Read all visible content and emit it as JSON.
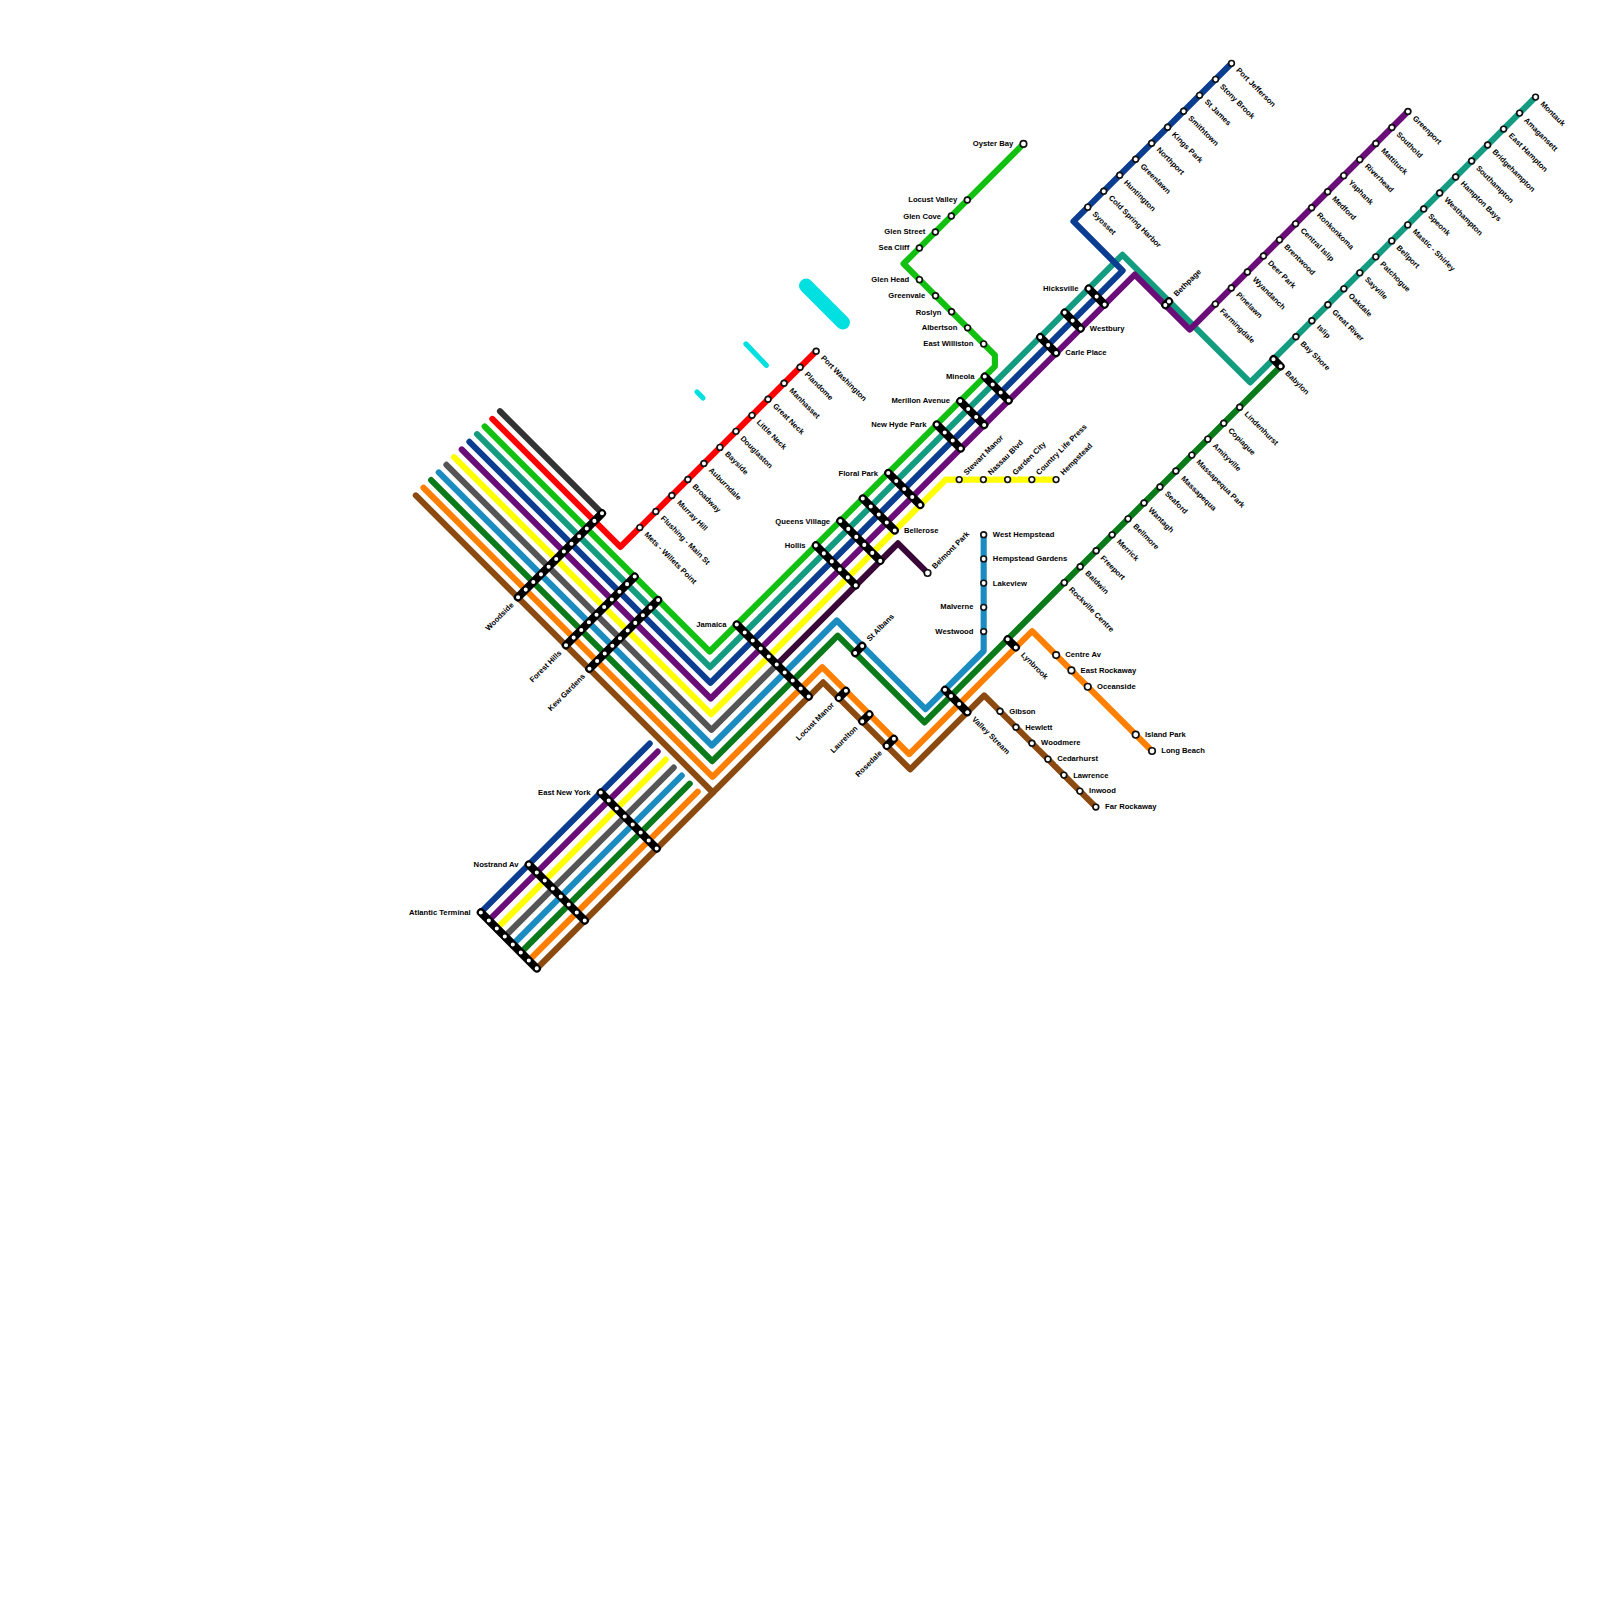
{
  "diagram": {
    "labels": [
      "Oyster Bay",
      "Locust Valley",
      "Glen Cove",
      "Glen Street",
      "Sea Cliff",
      "Glen Head",
      "Greenvale",
      "Roslyn",
      "Albertson",
      "East Williston",
      "Port Jefferson",
      "Stony Brook",
      "St James",
      "Smithtown",
      "Kings Park",
      "Northport",
      "Greenlawn",
      "Huntington",
      "Cold Spring Harbor",
      "Syosset",
      "Greenport",
      "Southold",
      "Mattituck",
      "Riverhead",
      "Yaphank",
      "Medford",
      "Ronkonkoma",
      "Central Islip",
      "Brentwood",
      "Deer Park",
      "Wyandanch",
      "Pinelawn",
      "Farmingdale",
      "Montauk",
      "Amagansett",
      "East Hampton",
      "Bridgehampton",
      "Southampton",
      "Hampton Bays",
      "Westhampton",
      "Speonk",
      "Mastic - Shirley",
      "Bellport",
      "Patchogue",
      "Sayville",
      "Oakdale",
      "Great River",
      "Islip",
      "Bay Shore",
      "Babylon",
      "Lindenhurst",
      "Copiague",
      "Amityville",
      "Massapequa Park",
      "Massapequa",
      "Seaford",
      "Wantagh",
      "Bellmore",
      "Merrick",
      "Freeport",
      "Baldwin",
      "Rockville Centre",
      "Port Washington",
      "Plandome",
      "Manhasset",
      "Great Neck",
      "Little Neck",
      "Douglaston",
      "Bayside",
      "Auburndale",
      "Broadway",
      "Murray Hill",
      "Flushing - Main St",
      "Mets - Willets Point",
      "Hicksville",
      "Westbury",
      "Carle Place",
      "Mineola",
      "Merillon Avenue",
      "New Hyde Park",
      "Floral Park",
      "Stewart Manor",
      "Nassau Blvd",
      "Garden City",
      "Country Life Press",
      "Hempstead",
      "Queens Village",
      "Bellerose",
      "Hollis",
      "Belmont Park",
      "Woodside",
      "Forest Hills",
      "Kew Gardens",
      "Jamaica",
      "St Albans",
      "West Hempstead",
      "Hempstead Gardens",
      "Lakeview",
      "Malverne",
      "Westwood",
      "Lynbrook",
      "Locust Manor",
      "Laurelton",
      "Rosedale",
      "Valley Stream",
      "Gibson",
      "Hewlett",
      "Woodmere",
      "Cedarhurst",
      "Lawrence",
      "Inwood",
      "Far Rockaway",
      "Centre Av",
      "East Rockaway",
      "Oceanside",
      "Island Park",
      "Long Beach",
      "East New York",
      "Nostrand Av",
      "Atlantic Terminal",
      "Bethpage"
    ]
  }
}
